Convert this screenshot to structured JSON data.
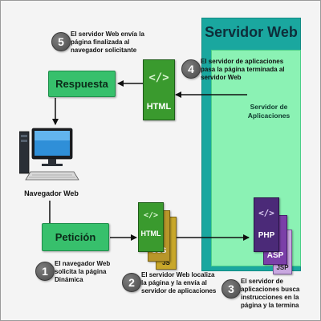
{
  "server": {
    "title": "Servidor Web",
    "app_server_title": "Servidor de Aplicaciones"
  },
  "buttons": {
    "respuesta": "Respuesta",
    "peticion": "Petición"
  },
  "client": {
    "caption": "Navegador Web"
  },
  "files": {
    "html": "HTML",
    "css": "CSS",
    "js": "JS",
    "php": "PHP",
    "asp": "ASP",
    "jsp": "JSP",
    "code_glyph": "</>"
  },
  "steps": [
    {
      "num": "1",
      "text": "El navegador Web solicita la página Dinámica"
    },
    {
      "num": "2",
      "text": "El servidor Web localiza la página y la envía al servidor de aplicaciones"
    },
    {
      "num": "3",
      "text": "El servidor de aplicaciones busca instrucciones en la página y la termina"
    },
    {
      "num": "4",
      "text": "El servidor de aplicaciones pasa la página terminada al servidor Web"
    },
    {
      "num": "5",
      "text": "El servidor Web envía la página finalizada al navegador solicitante"
    }
  ],
  "colors": {
    "server_bg": "#1aa79f",
    "app_server_bg": "#8bf2b4",
    "button_green": "#37c06c",
    "file_green": "#3a9a2e",
    "php_purple": "#4b2a78",
    "asp_purple": "#7b3fa8",
    "jsp_purple": "#c9a8e0",
    "html_gold": "#c8a72a"
  }
}
